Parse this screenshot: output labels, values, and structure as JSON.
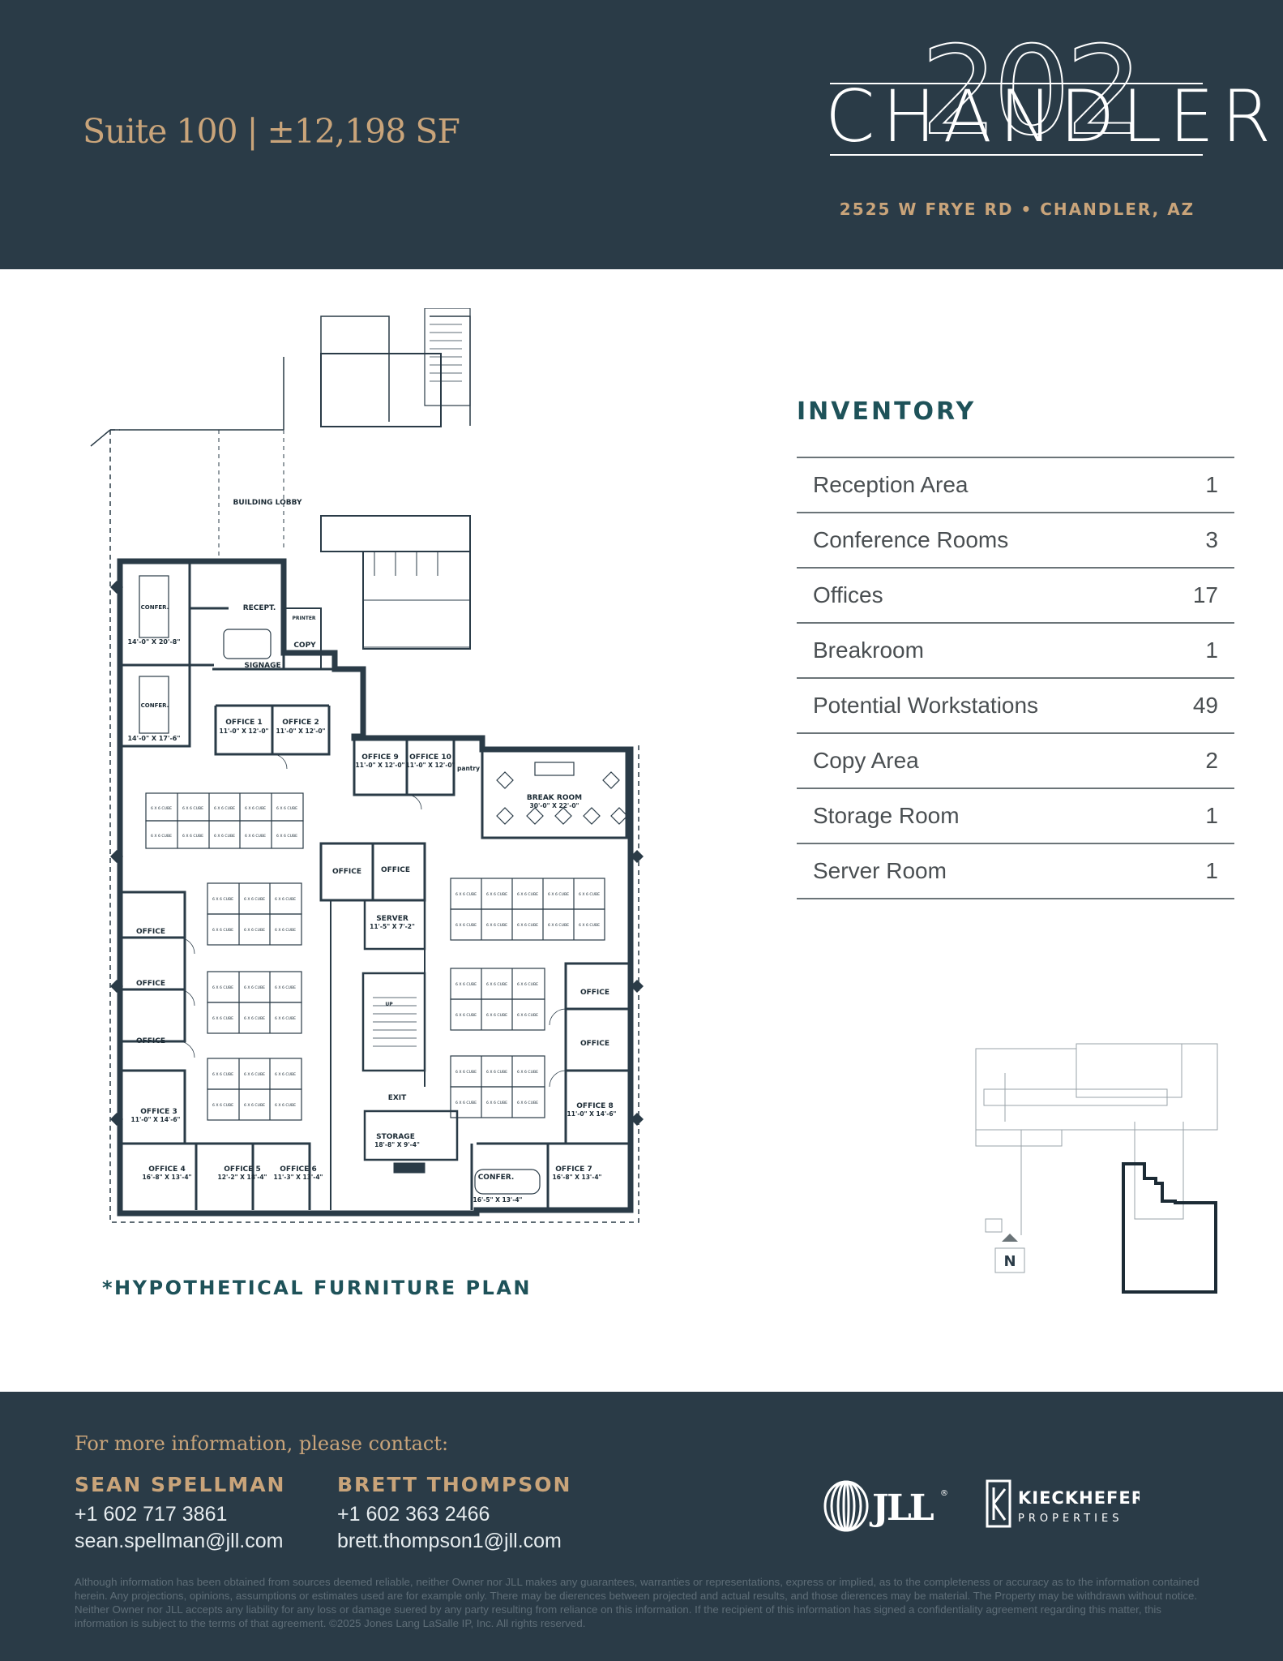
{
  "header": {
    "suite_title": "Suite 100 | ±12,198 SF",
    "logo_number": "202",
    "logo_wordmark": "CHANDLER",
    "address": "2525 W FRYE RD  •  CHANDLER, AZ"
  },
  "floorplan": {
    "caption": "*HYPOTHETICAL FURNITURE PLAN",
    "labels": {
      "building_lobby": "BUILDING LOBBY",
      "recept": "RECEPT.",
      "signage": "SIGNAGE",
      "printer": "PRINTER",
      "copy": "COPY",
      "confer": "CONFER.",
      "confer1_dim": "14'-0\" X 20'-8\"",
      "confer2_dim": "14'-0\" X 17'-6\"",
      "office1": "OFFICE 1",
      "office1_dim": "11'-0\" X 12'-0\"",
      "office2": "OFFICE 2",
      "office2_dim": "11'-0\" X 12'-0\"",
      "office9": "OFFICE 9",
      "office9_dim": "11'-0\" X 12'-0\"",
      "office10": "OFFICE 10",
      "office10_dim": "11'-0\" X 12'-0\"",
      "pantry": "pantry",
      "break_room": "BREAK ROOM",
      "break_room_dim": "30'-0\" X 22'-0\"",
      "office": "OFFICE",
      "server": "SERVER",
      "server_dim": "11'-5\" X 7'-2\"",
      "office3": "OFFICE 3",
      "office3_dim": "11'-0\" X 14'-6\"",
      "office8": "OFFICE 8",
      "office8_dim": "11'-0\" X 14'-6\"",
      "office4": "OFFICE 4",
      "office4_dim": "16'-8\" X 13'-4\"",
      "office5": "OFFICE 5",
      "office5_dim": "12'-2\" X 18'-4\"",
      "office6": "OFFICE 6",
      "office6_dim": "11'-3\" X 13'-4\"",
      "office7": "OFFICE 7",
      "office7_dim": "16'-8\" X 13'-4\"",
      "confer3_dim": "16'-5\" X 13'-4\"",
      "exit": "EXIT",
      "up": "UP",
      "storage": "STORAGE",
      "storage_dim": "18'-8\" X 9'-4\"",
      "cube": "6 X 6 CUBE"
    }
  },
  "inventory": {
    "title": "INVENTORY",
    "rows": [
      {
        "label": "Reception Area",
        "value": "1"
      },
      {
        "label": "Conference Rooms",
        "value": "3"
      },
      {
        "label": "Offices",
        "value": "17"
      },
      {
        "label": "Breakroom",
        "value": "1"
      },
      {
        "label": "Potential Workstations",
        "value": "49"
      },
      {
        "label": "Copy Area",
        "value": "2"
      },
      {
        "label": "Storage Room",
        "value": "1"
      },
      {
        "label": "Server Room",
        "value": "1"
      }
    ]
  },
  "keymap": {
    "north": "N"
  },
  "footer": {
    "contact_heading": "For more information, please contact:",
    "agents": [
      {
        "name": "SEAN SPELLMAN",
        "phone": "+1 602 717 3861",
        "email": "sean.spellman@jll.com"
      },
      {
        "name": "BRETT THOMPSON",
        "phone": "+1 602 363 2466",
        "email": "brett.thompson1@jll.com"
      }
    ],
    "jll_logo": "JLL",
    "jll_reg": "®",
    "kieck_name": "KIECKHEFER",
    "kieck_sub": "PROPERTIES",
    "disclaimer": "Although information has been obtained from sources deemed reliable, neither Owner nor JLL makes any guarantees, warranties or representations, express or implied, as to the completeness or accuracy as to the information contained herein. Any projections, opinions, assumptions or estimates used are for example only. There may be dierences between projected and actual results, and those dierences may be material. The Property may be withdrawn without notice. Neither Owner nor JLL accepts any liability for any loss or damage suered by any party resulting from reliance on this information. If the recipient of this information has signed a confidentiality agreement regarding this matter, this information is subject to the terms of that agreement. ©2025 Jones Lang LaSalle IP, Inc. All rights reserved."
  },
  "colors": {
    "navy": "#2a3b47",
    "gold": "#c9a47a",
    "teal": "#1e5259"
  }
}
